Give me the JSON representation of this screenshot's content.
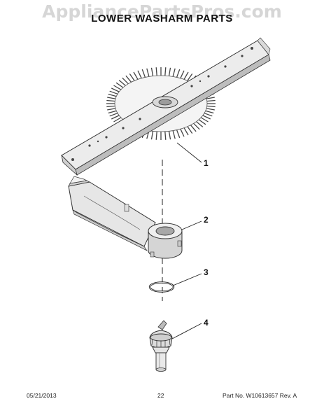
{
  "watermark": "AppliancePartsPros.com",
  "title": "LOWER WASHARM PARTS",
  "callouts": [
    "1",
    "2",
    "3",
    "4"
  ],
  "footer": {
    "date": "05/21/2013",
    "page": "22",
    "part_no": "Part No. W10613657  Rev. A"
  }
}
